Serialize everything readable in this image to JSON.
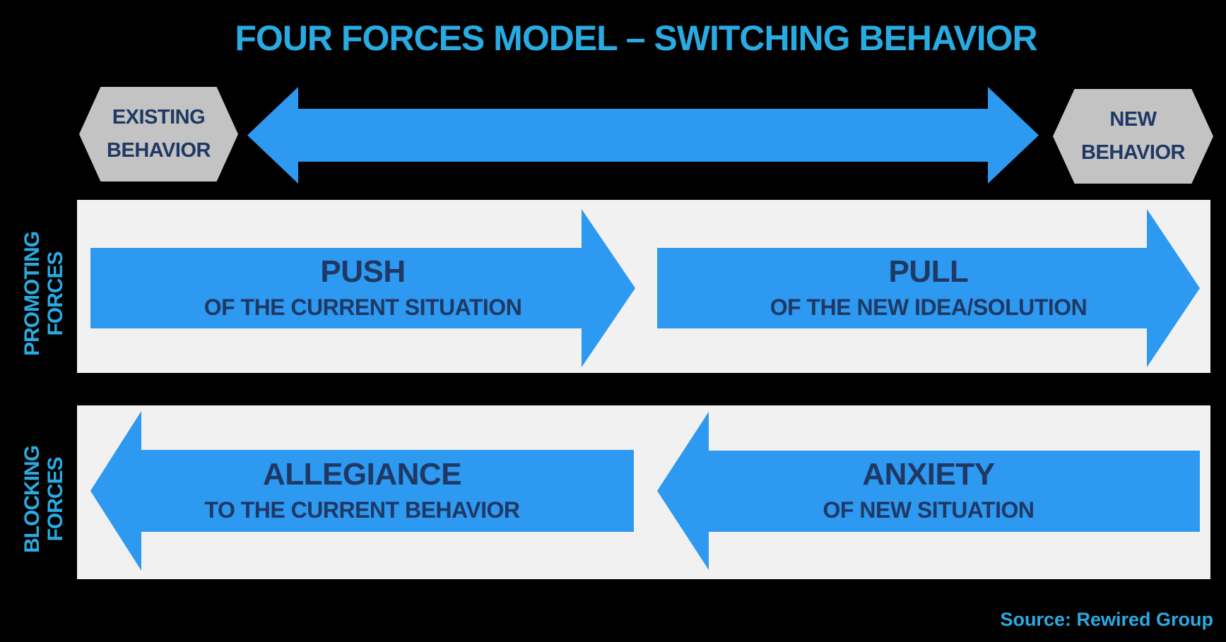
{
  "title": "FOUR FORCES MODEL – SWITCHING BEHAVIOR",
  "colors": {
    "background": "#000000",
    "accent_cyan": "#29ABE2",
    "arrow_blue": "#2D99F0",
    "text_navy": "#1F3864",
    "hexagon_gray": "#C3C3C3",
    "band_gray": "#F1F1F2"
  },
  "hexagons": {
    "left": {
      "line1": "EXISTING",
      "line2": "BEHAVIOR"
    },
    "right": {
      "line1": "NEW",
      "line2": "BEHAVIOR"
    }
  },
  "rows": [
    {
      "id": "promoting",
      "side_label_line1": "PROMOTING",
      "side_label_line2": "FORCES",
      "arrows": [
        {
          "direction": "right",
          "label": "PUSH",
          "sublabel": "OF THE CURRENT SITUATION"
        },
        {
          "direction": "right",
          "label": "PULL",
          "sublabel": "OF THE NEW IDEA/SOLUTION"
        }
      ]
    },
    {
      "id": "blocking",
      "side_label_line1": "BLOCKING",
      "side_label_line2": "FORCES",
      "arrows": [
        {
          "direction": "left",
          "label": "ALLEGIANCE",
          "sublabel": "TO THE CURRENT BEHAVIOR"
        },
        {
          "direction": "left",
          "label": "ANXIETY",
          "sublabel": "OF NEW SITUATION"
        }
      ]
    }
  ],
  "source": "Source: Rewired Group"
}
